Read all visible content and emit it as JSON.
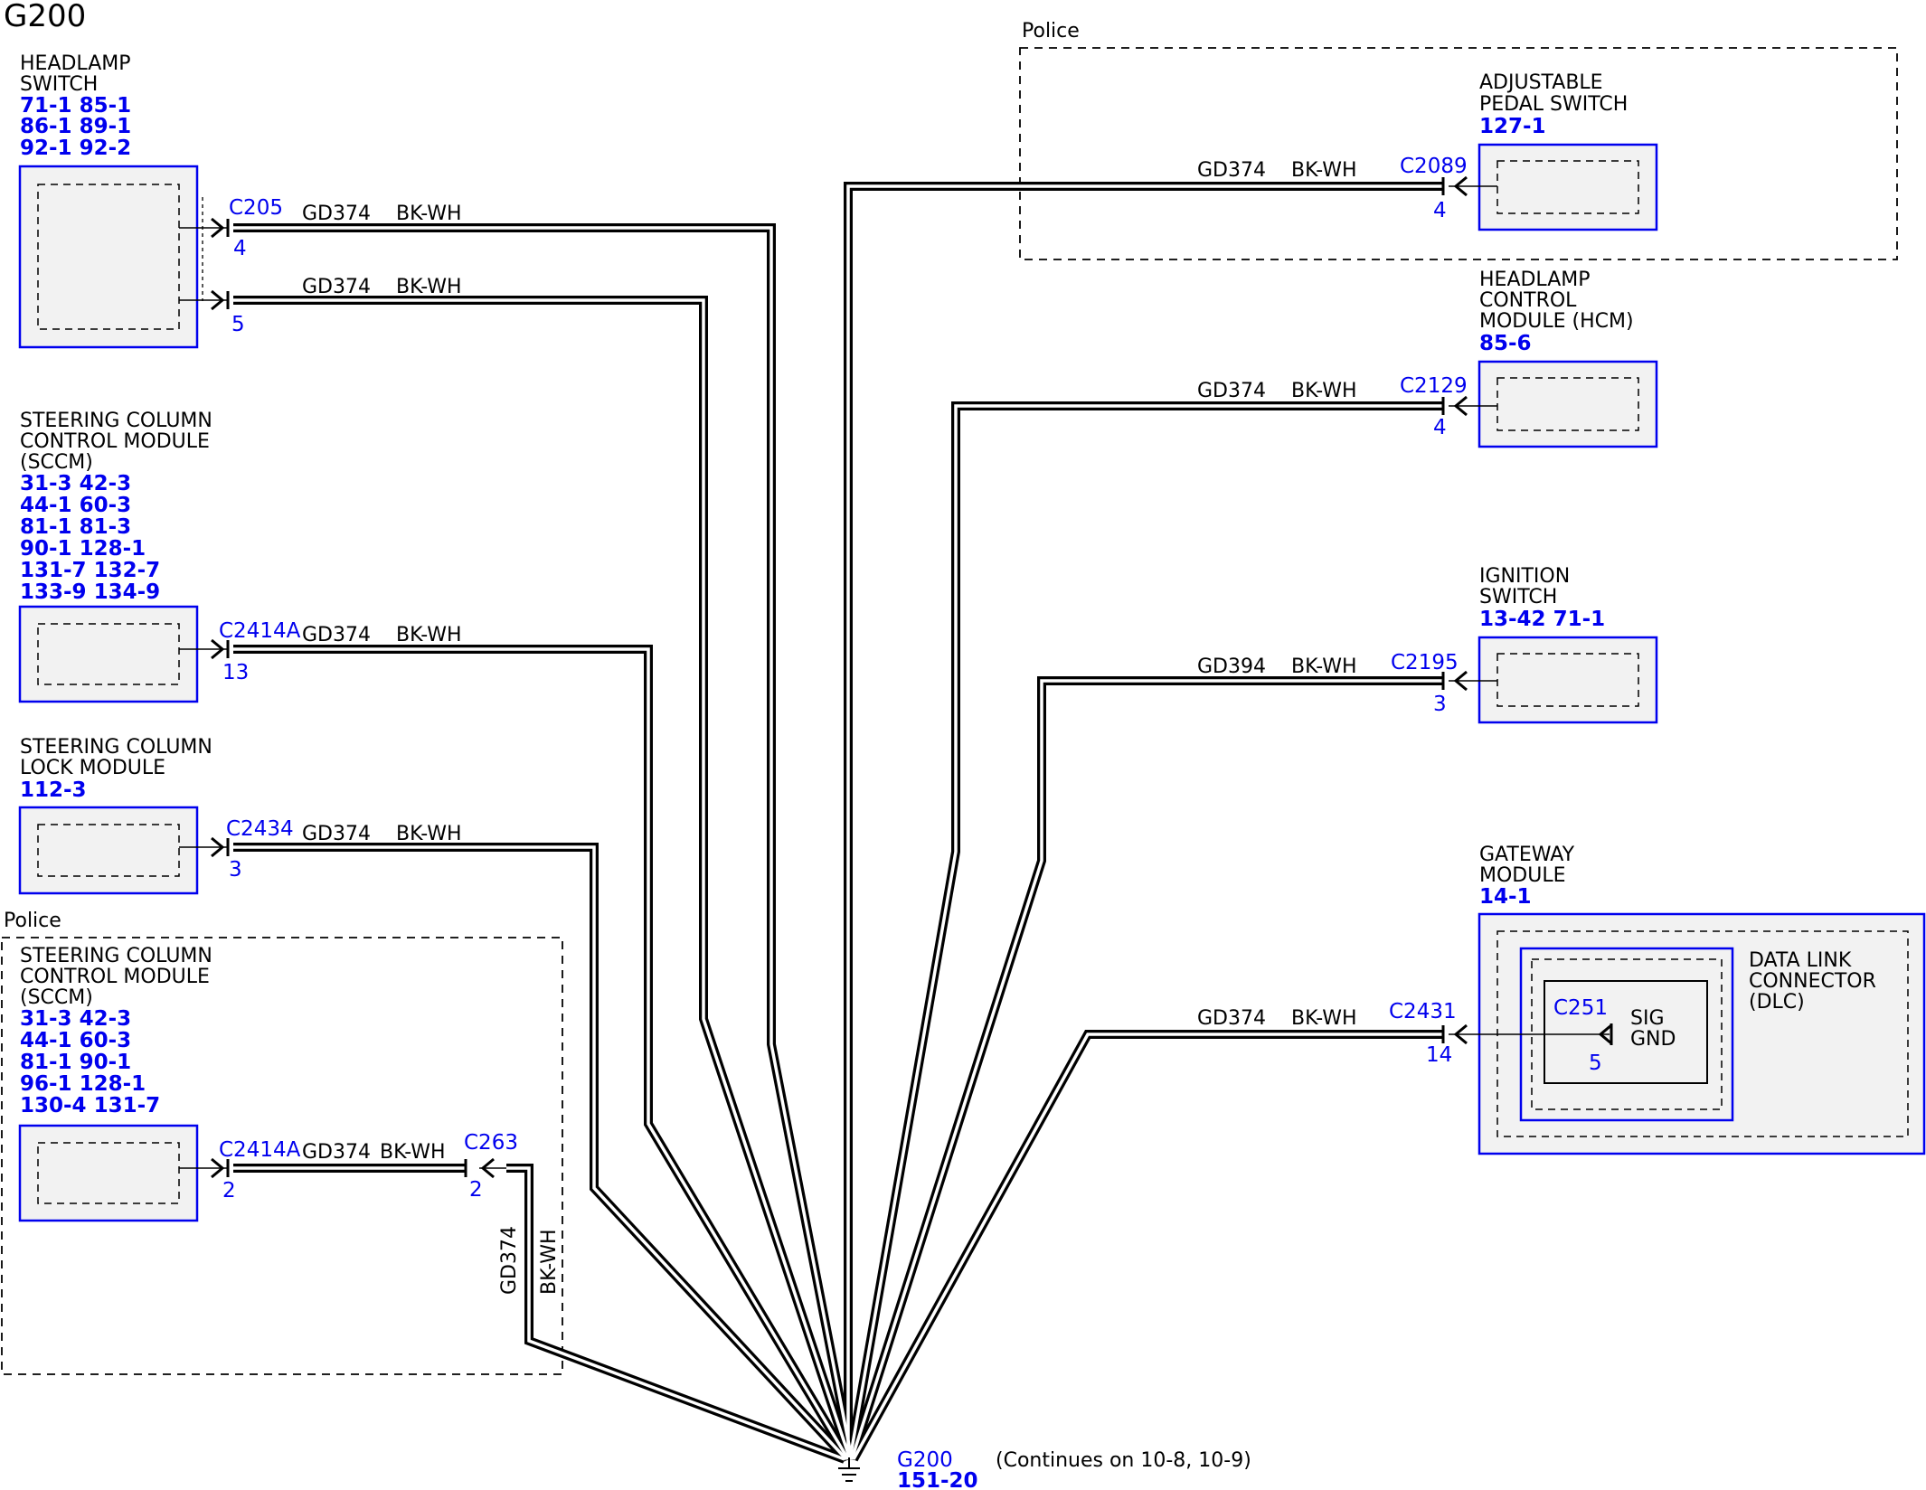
{
  "title": "G200",
  "police_label": "Police",
  "wire_color": "BK-WH",
  "colors": {
    "accent": "#0000ee",
    "wire": "#000000",
    "box_fill": "#f2f2f2"
  },
  "components": {
    "headlamp_switch": {
      "name_lines": [
        "HEADLAMP",
        "SWITCH"
      ],
      "refs": [
        "71-1   85-1",
        "86-1   89-1",
        "92-1   92-2"
      ]
    },
    "sccm": {
      "name_lines": [
        "STEERING COLUMN",
        "CONTROL MODULE",
        "(SCCM)"
      ],
      "refs": [
        "31-3   42-3",
        "44-1   60-3",
        "81-1   81-3",
        "90-1   128-1",
        "131-7 132-7",
        "133-9 134-9"
      ]
    },
    "sclm": {
      "name_lines": [
        "STEERING COLUMN",
        "LOCK MODULE"
      ],
      "refs": [
        "112-3"
      ]
    },
    "sccm_police": {
      "name_lines": [
        "STEERING COLUMN",
        "CONTROL MODULE",
        "(SCCM)"
      ],
      "refs": [
        "31-3   42-3",
        "44-1   60-3",
        "81-1   90-1",
        "96-1   128-1",
        "130-4 131-7"
      ]
    },
    "adjustable_pedal": {
      "name_lines": [
        "ADJUSTABLE",
        "PEDAL SWITCH"
      ],
      "refs": [
        "127-1"
      ]
    },
    "hcm": {
      "name_lines": [
        "HEADLAMP",
        "CONTROL",
        "MODULE (HCM)"
      ],
      "refs": [
        "85-6"
      ]
    },
    "ignition": {
      "name_lines": [
        "IGNITION",
        "SWITCH"
      ],
      "refs": [
        "13-42 71-1"
      ]
    },
    "gateway": {
      "name_lines": [
        "GATEWAY",
        "MODULE"
      ],
      "refs": [
        "14-1"
      ]
    },
    "dlc": {
      "name_lines": [
        "DATA LINK",
        "CONNECTOR",
        "(DLC)"
      ],
      "sig_lines": [
        "SIG",
        "GND"
      ]
    }
  },
  "connectors": [
    {
      "id": "C205",
      "pin": "4",
      "circuit": "GD374"
    },
    {
      "id": "C205",
      "pin": "5",
      "circuit": "GD374"
    },
    {
      "id": "C2414A",
      "pin": "13",
      "circuit": "GD374"
    },
    {
      "id": "C2434",
      "pin": "3",
      "circuit": "GD374"
    },
    {
      "id": "C2414A",
      "pin": "2",
      "circuit": "GD374"
    },
    {
      "id": "C263",
      "pin": "2",
      "circuit": "GD374"
    },
    {
      "id": "C2089",
      "pin": "4",
      "circuit": "GD374"
    },
    {
      "id": "C2129",
      "pin": "4",
      "circuit": "GD374"
    },
    {
      "id": "C2195",
      "pin": "3",
      "circuit": "GD394"
    },
    {
      "id": "C2431",
      "pin": "14",
      "circuit": "GD374"
    },
    {
      "id": "C251",
      "pin": "5",
      "circuit": ""
    }
  ],
  "ground": {
    "id": "G200",
    "ref": "151-20",
    "note": "(Continues on 10-8, 10-9)"
  }
}
